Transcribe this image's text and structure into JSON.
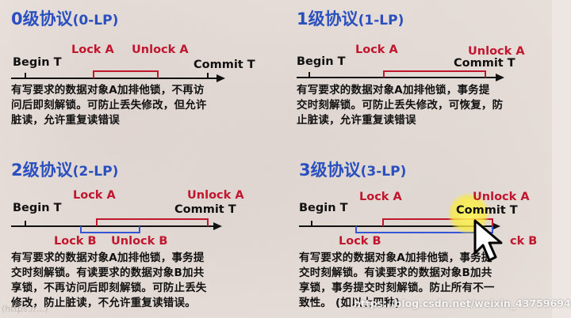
{
  "labels": {
    "begin": "Begin T",
    "commit": "Commit T",
    "lock_a": "Lock A",
    "unlock_a": "Unlock A",
    "lock_b": "Lock B",
    "unlock_b": "Unlock B",
    "unlock_b_clipped": "ck B"
  },
  "p0": {
    "title_main": "0级协议",
    "title_sub": "(0-LP)",
    "desc": [
      "有写要求的数据对象A加排他锁，不再访",
      "问后即刻解锁。可防止丢失修改，但允许",
      "脏读，允许重复读错误"
    ]
  },
  "p1": {
    "title_main": "1级协议",
    "title_sub": "(1-LP)",
    "desc": [
      "有写要求的数据对象A加排他锁，事务提",
      "交时刻解锁。可防止丢失修改，可恢复，防",
      "止脏读，允许重复读错误"
    ]
  },
  "p2": {
    "title_main": "2级协议",
    "title_sub": "(2-LP)",
    "desc": [
      "有写要求的数据对象A加排他锁，事务提",
      "交时刻解锁。有读要求的数据对象B加共",
      "享锁，不再访问后即刻解锁。可防止丢失",
      "修改，防止脏读，不允许重复读错误。"
    ]
  },
  "p3": {
    "title_main": "3级协议",
    "title_sub": "(3-LP)",
    "desc": [
      "有写要求的数据对象A加排他锁，事务提",
      "交时刻解锁。有读要求的数据对象B加共",
      "享锁，事务提交时刻解锁。防止所有不一",
      "致性。  (如以上四种)"
    ]
  },
  "watermark": "https://blog.csdn.net/weixin_43759694",
  "watermark_left": "(https://...)",
  "colors": {
    "title": "#2a4fbf",
    "red": "#c0162e",
    "blue": "#3355d6",
    "line": "#111111"
  }
}
